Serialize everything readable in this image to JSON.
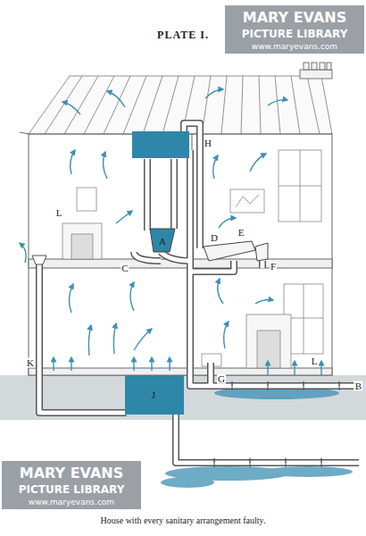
{
  "diagram": {
    "title": "PLATE I.",
    "caption": "House with every sanitary arrangement faulty.",
    "labels": [
      "A",
      "B",
      "C",
      "D",
      "E",
      "F",
      "G",
      "H",
      "J",
      "K",
      "L",
      "L",
      "MARY EVANS",
      "PICTURE LIBRARY",
      "www.maryevans.com",
      "MARY EVANS",
      "PICTURE LIBRARY",
      "www.maryevans.com"
    ]
  }
}
